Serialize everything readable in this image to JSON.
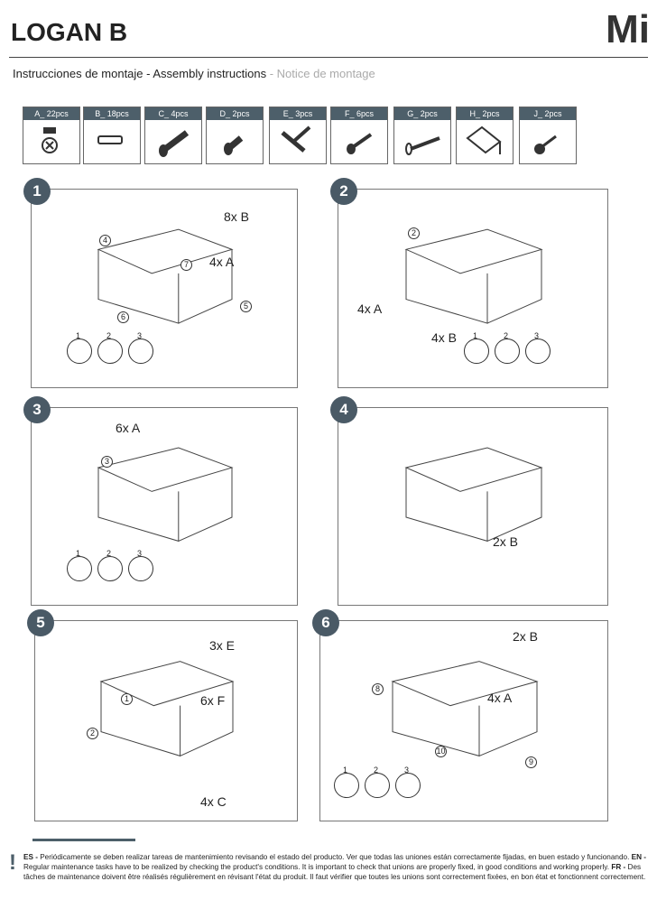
{
  "header": {
    "title": "LOGAN B",
    "logo": "Mi",
    "subtitle_es": "Instrucciones de montaje",
    "subtitle_en": " - Assembly instructions ",
    "subtitle_fr": " - Notice de montage"
  },
  "parts": [
    {
      "label": "A_ 22pcs",
      "icon": "cam-lock-icon"
    },
    {
      "label": "B_ 18pcs",
      "icon": "dowel-icon"
    },
    {
      "label": "C_ 4pcs",
      "icon": "bolt-icon"
    },
    {
      "label": "D_ 2pcs",
      "icon": "short-bolt-icon"
    },
    {
      "label": "E_ 3pcs",
      "icon": "connector-icon"
    },
    {
      "label": "F_ 6pcs",
      "icon": "screw-icon"
    },
    {
      "label": "G_ 2pcs",
      "icon": "long-screw-icon"
    },
    {
      "label": "H_ 2pcs",
      "icon": "bracket-icon"
    },
    {
      "label": "J_ 2pcs",
      "icon": "small-screw-icon"
    }
  ],
  "steps": [
    {
      "number": "1",
      "callouts": [
        "8x B",
        "4x A"
      ],
      "parts": [
        "4",
        "7",
        "6",
        "5"
      ],
      "tools": [
        "1",
        "2",
        "3"
      ]
    },
    {
      "number": "2",
      "callouts": [
        "4x A",
        "4x B"
      ],
      "parts": [
        "2"
      ],
      "tools": [
        "1",
        "2",
        "3"
      ]
    },
    {
      "number": "3",
      "callouts": [
        "6x A"
      ],
      "parts": [
        "3"
      ],
      "tools": [
        "1",
        "2",
        "3"
      ]
    },
    {
      "number": "4",
      "callouts": [
        "2x B"
      ],
      "parts": [],
      "tools": []
    },
    {
      "number": "5",
      "callouts": [
        "3x E",
        "6x F",
        "4x C"
      ],
      "parts": [
        "1",
        "2"
      ],
      "tools": []
    },
    {
      "number": "6",
      "callouts": [
        "2x B",
        "4x A"
      ],
      "parts": [
        "8",
        "10",
        "9"
      ],
      "tools": [
        "1",
        "2",
        "3"
      ]
    }
  ],
  "footer": {
    "es_tag": "ES - ",
    "es": "Periódicamente se deben realizar tareas de mantenimiento revisando el estado del producto. Ver que todas las uniones están correctamente fijadas, en buen estado y funcionando. ",
    "en_tag": "EN - ",
    "en": "Regular maintenance tasks have to be realized by checking the product's conditions. It is important to check that unions are properly fixed, in good conditions and working properly. ",
    "fr_tag": "FR - ",
    "fr": "Des tâches de maintenance doivent être réalisés régulièrement en révisant l'état du produit. Il faut vérifier que toutes les unions sont correctement fixées, en bon état et fonctionnent correctement.",
    "warning": "!"
  }
}
